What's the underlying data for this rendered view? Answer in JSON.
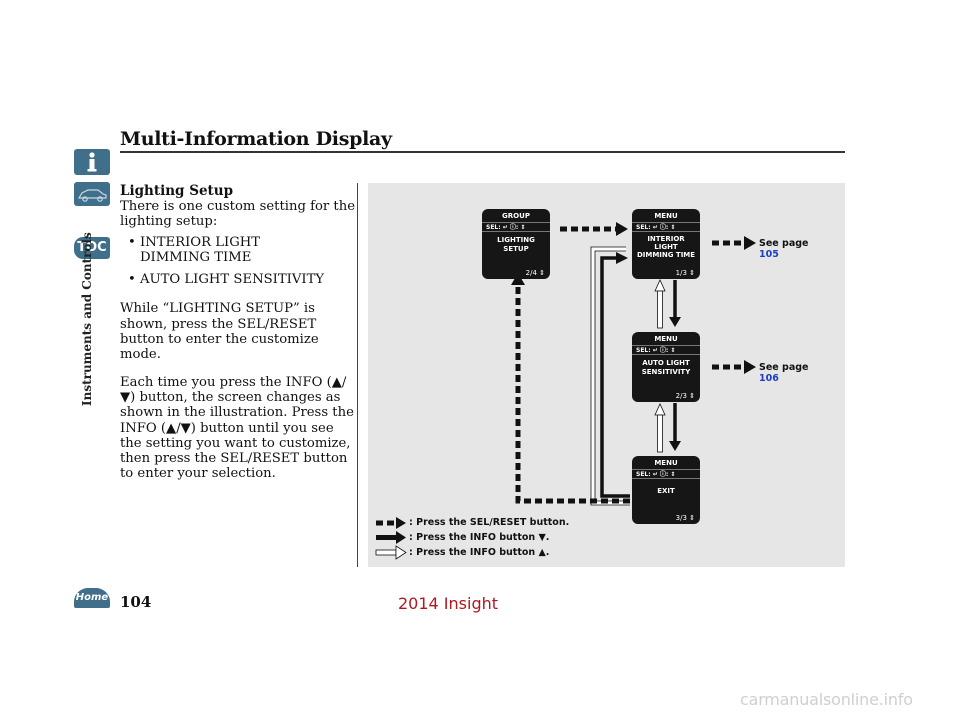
{
  "page": {
    "title": "Multi-Information Display",
    "section_label": "Instruments and Controls",
    "page_number": "104",
    "watermark": "2014 Insight",
    "footer_site": "carmanualsonline.info"
  },
  "nav": {
    "toc_label": "TOC",
    "home_label": "Home",
    "icons": [
      "info-icon",
      "car-icon",
      "toc-tab",
      "home-tab"
    ],
    "tab_color": "#3f6f8a"
  },
  "content": {
    "heading": "Lighting Setup",
    "intro": "There is one custom setting for the lighting setup:",
    "bullets": [
      "INTERIOR LIGHT DIMMING TIME",
      "AUTO LIGHT SENSITIVITY"
    ],
    "para1": "While “LIGHTING SETUP” is shown, press the SEL/RESET button to enter the customize mode.",
    "para2": "Each time you press the INFO (▲/▼) button, the screen changes as shown in the illustration. Press the INFO (▲/▼) button until you see the setting you want to customize, then press the SEL/RESET button to enter your selection."
  },
  "diagram": {
    "screens": [
      {
        "header": "GROUP",
        "sel": "SEL: ↵  ⓘ: ⇕",
        "body": "LIGHTING\nSETUP",
        "page": "2/4 ⇕"
      },
      {
        "header": "MENU",
        "sel": "SEL: ↵  ⓘ: ⇕",
        "body": "INTERIOR\nLIGHT\nDIMMING TIME",
        "page": "1/3 ⇕"
      },
      {
        "header": "MENU",
        "sel": "SEL: ↵  ⓘ: ⇕",
        "body": "AUTO LIGHT\nSENSITIVITY",
        "page": "2/3 ⇕"
      },
      {
        "header": "MENU",
        "sel": "SEL: ↵  ⓘ: ⇕",
        "body": "EXIT",
        "page": "3/3 ⇕"
      }
    ],
    "see_page_label": "See page",
    "see_pages": [
      "105",
      "106"
    ],
    "legend": [
      {
        "text": ": Press the SEL/RESET button.",
        "icon": "dashed-arrow-icon"
      },
      {
        "text": ": Press the INFO button ▼.",
        "icon": "solid-arrow-icon"
      },
      {
        "text": ": Press the INFO button ▲.",
        "icon": "outline-arrow-icon"
      }
    ],
    "colors": {
      "panel": "#e6e6e6",
      "screen": "#161616",
      "link": "#1a3fbf"
    }
  }
}
